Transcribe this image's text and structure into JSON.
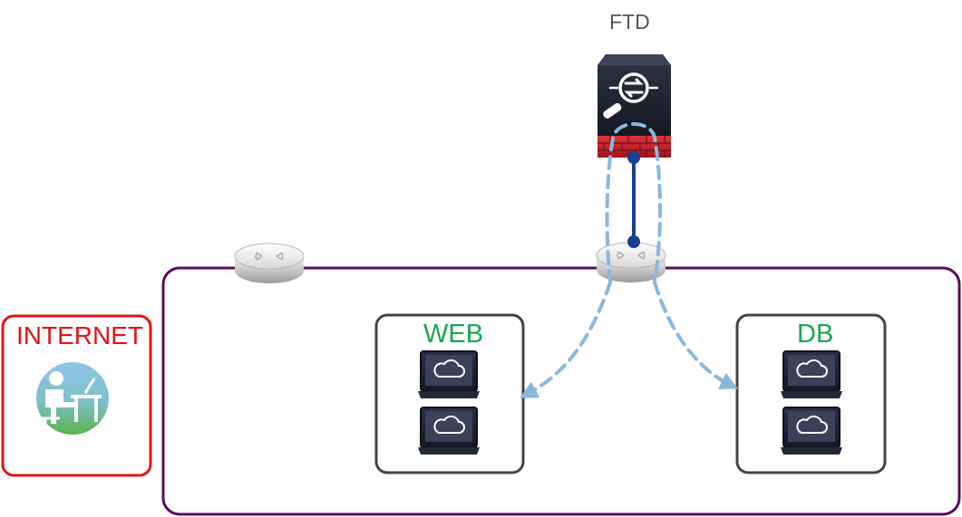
{
  "firewall": {
    "label": "FTD"
  },
  "internet": {
    "label": "INTERNET"
  },
  "web_group": {
    "label": "WEB"
  },
  "db_group": {
    "label": "DB"
  },
  "colors": {
    "internet_accent": "#e31313",
    "network_border": "#5a0a5e",
    "group_border": "#444444",
    "group_label": "#16a84e",
    "firewall_label": "#555555",
    "traffic_flow": "#8ab8dc",
    "link_line": "#1a3f8f"
  },
  "icons": {
    "firewall": "ftd-firewall-icon",
    "router": "router-icon",
    "server": "cloud-server-icon",
    "user": "internet-user-icon"
  }
}
